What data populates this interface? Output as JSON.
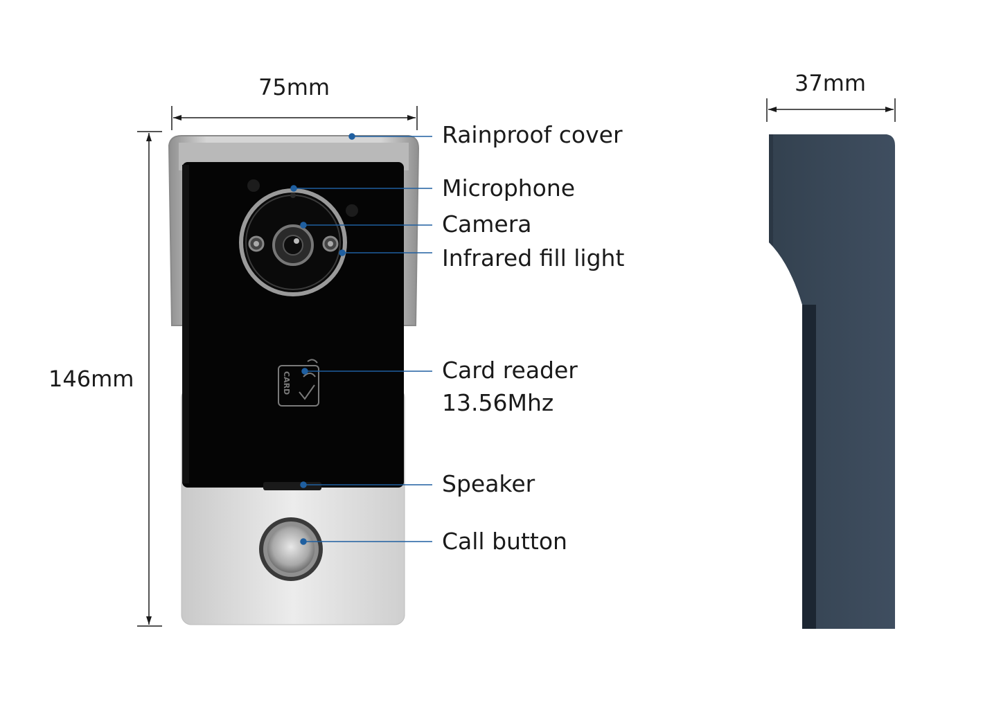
{
  "dimensions": {
    "width_front": "75mm",
    "height": "146mm",
    "depth": "37mm"
  },
  "callouts": [
    {
      "key": "rainproof",
      "text": "Rainproof cover"
    },
    {
      "key": "microphone",
      "text": "Microphone"
    },
    {
      "key": "camera",
      "text": "Camera"
    },
    {
      "key": "infrared",
      "text": "Infrared fill light"
    },
    {
      "key": "card_reader",
      "text": "Card reader"
    },
    {
      "key": "card_freq",
      "text": "13.56Mhz"
    },
    {
      "key": "speaker",
      "text": "Speaker"
    },
    {
      "key": "call_button",
      "text": "Call button"
    }
  ],
  "card_panel_text": "CARD",
  "colors": {
    "leader_line": "#1f5fa0",
    "side_body": "#3b4a5c",
    "front_glass": "#050505",
    "front_plate": "#d9d9d9"
  }
}
